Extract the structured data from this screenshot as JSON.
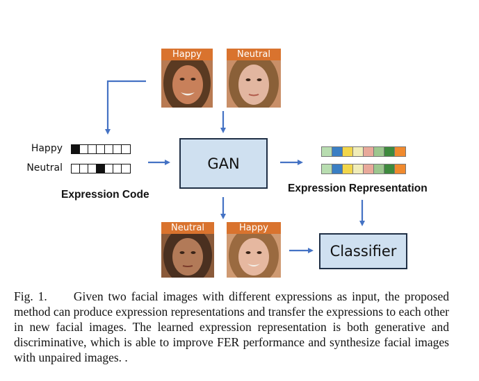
{
  "figure": {
    "top_faces": [
      {
        "label": "Happy",
        "skin": "#c8805a",
        "hair": "#5a3a22"
      },
      {
        "label": "Neutral",
        "skin": "#e2b6a0",
        "hair": "#8a6038"
      }
    ],
    "bottom_faces": [
      {
        "label": "Neutral",
        "skin": "#b27a58",
        "hair": "#4a3020"
      },
      {
        "label": "Happy",
        "skin": "#e6b8a0",
        "hair": "#9a6a40"
      }
    ],
    "gan_label": "GAN",
    "classifier_label": "Classifier",
    "expression_code": {
      "title": "Expression Code",
      "rows": [
        {
          "label": "Happy",
          "active_index": 0
        },
        {
          "label": "Neutral",
          "active_index": 3
        }
      ],
      "cells": 7
    },
    "expression_representation": {
      "title": "Expression Representation",
      "colors": [
        "#b8ddb0",
        "#3a7fc4",
        "#f2d64a",
        "#f0ecb8",
        "#e8a99a",
        "#9cc68e",
        "#3e8a3e",
        "#f08a2e"
      ]
    },
    "colors": {
      "arrow": "#4472c4",
      "box_fill": "#cfe0f0",
      "label_bar": "#d9732e"
    }
  },
  "caption": {
    "fig_label": "Fig. 1.",
    "text": "Given two facial images with different expressions as input, the proposed method can produce expression representations and transfer the expressions to each other in new facial images. The learned expression representation is both generative and discriminative, which is able to improve FER performance and synthesize facial images with unpaired images. ."
  }
}
